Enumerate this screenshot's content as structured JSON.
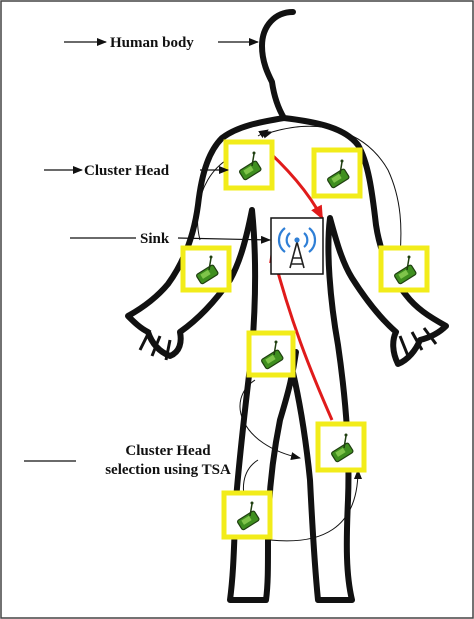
{
  "labels": {
    "human_body": "Human body",
    "cluster_head": "Cluster Head",
    "sink": "Sink",
    "tsa_line1": "Cluster Head",
    "tsa_line2": "selection using TSA"
  },
  "colors": {
    "outline": "#111111",
    "node_frame": "#f2ec1a",
    "sensor_green": "#3f8f1f",
    "sensor_dark": "#1f3f10",
    "red_arrow": "#e01b1b",
    "sink_blue": "#2f7fd6",
    "frame_border": "#444444"
  },
  "icons": {
    "sensor": "sensor-node-icon",
    "sink": "wireless-tower-icon"
  }
}
